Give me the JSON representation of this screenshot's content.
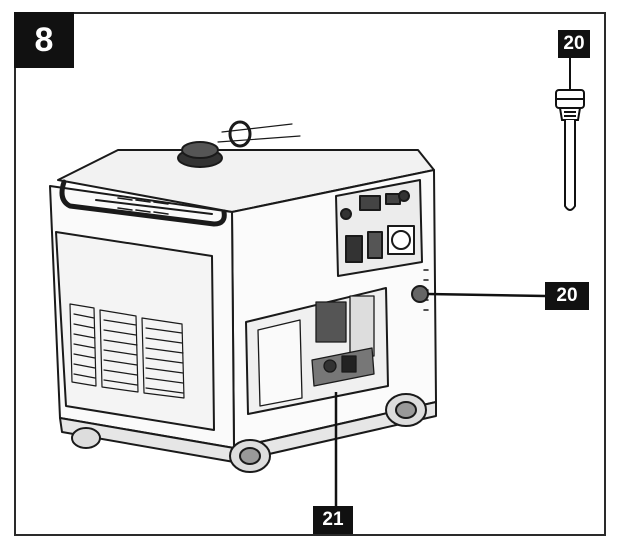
{
  "figure": {
    "number": "8"
  },
  "callouts": {
    "top": "20",
    "right": "20",
    "bottom": "21"
  },
  "colors": {
    "ink": "#1a1a1a",
    "badge": "#111111",
    "panel": "#dcdcdc"
  }
}
